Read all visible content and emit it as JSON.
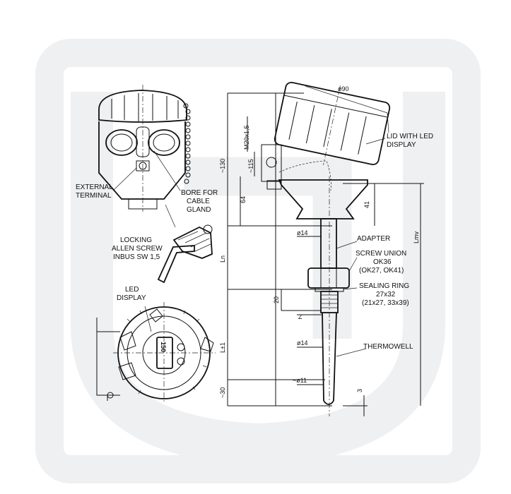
{
  "labels": {
    "external_terminal": [
      "EXTERNAL",
      "TERMINAL"
    ],
    "bore_cable_gland": [
      "BORE FOR",
      "CABLE",
      "GLAND"
    ],
    "locking_screw": [
      "LOCKING",
      "ALLEN SCREW",
      "INBUS SW 1,5"
    ],
    "led_display": [
      "LED",
      "DISPLAY"
    ],
    "lid_led": [
      "LID WITH LED",
      "DISPLAY"
    ],
    "adapter": "ADAPTER",
    "screw_union": [
      "SCREW UNION",
      "OK36",
      "(OK27, OK41)"
    ],
    "sealing_ring": [
      "SEALING RING",
      "27x32",
      "(21x27, 33x39)"
    ],
    "thermowell": "THERMOWELL"
  },
  "dimensions": {
    "dia_90": "ø90",
    "m20": "M20x1,5",
    "d130": "~130",
    "d115": "~115",
    "d64": "64",
    "d41": "41",
    "lmv": "Lmv",
    "dia_14_top": "ø14",
    "ln": "Ln",
    "d20": "20",
    "z": "Z",
    "l1": "L±1",
    "dia_14": "ø14",
    "dia_11": "~ø11",
    "d30": "~30",
    "d3": "3"
  },
  "display_readout": "150",
  "colors": {
    "line": "#111111",
    "watermark": "#eef0f2"
  }
}
